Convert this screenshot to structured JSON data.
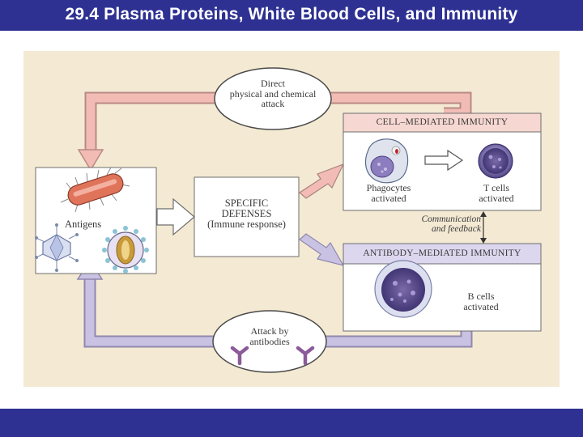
{
  "slide": {
    "title": "29.4 Plasma Proteins, White Blood Cells, and Immunity"
  },
  "diagram": {
    "direct_attack": [
      "Direct",
      "physical and chemical",
      "attack"
    ],
    "antigens_label": "Antigens",
    "specific_defenses": [
      "SPECIFIC",
      "DEFENSES",
      "(Immune response)"
    ],
    "cell_mediated": {
      "header": "CELL–MEDIATED IMMUNITY",
      "phagocytes": [
        "Phagocytes",
        "activated"
      ],
      "t_cells": [
        "T cells",
        "activated"
      ]
    },
    "communication": [
      "Communication",
      "and feedback"
    ],
    "antibody_mediated": {
      "header": "ANTIBODY–MEDIATED IMMUNITY",
      "b_cells": [
        "B cells",
        "activated"
      ]
    },
    "attack_by_antibodies": [
      "Attack by",
      "antibodies"
    ]
  },
  "colors": {
    "title_bar": "#2e3192",
    "panel": "#f4e9d3",
    "pink_arrow": "#f2bcb4",
    "lavender_arrow": "#c9c2e2",
    "cell_header_bg": "#f6d7d1",
    "antibody_header_bg": "#dcd7ee"
  }
}
